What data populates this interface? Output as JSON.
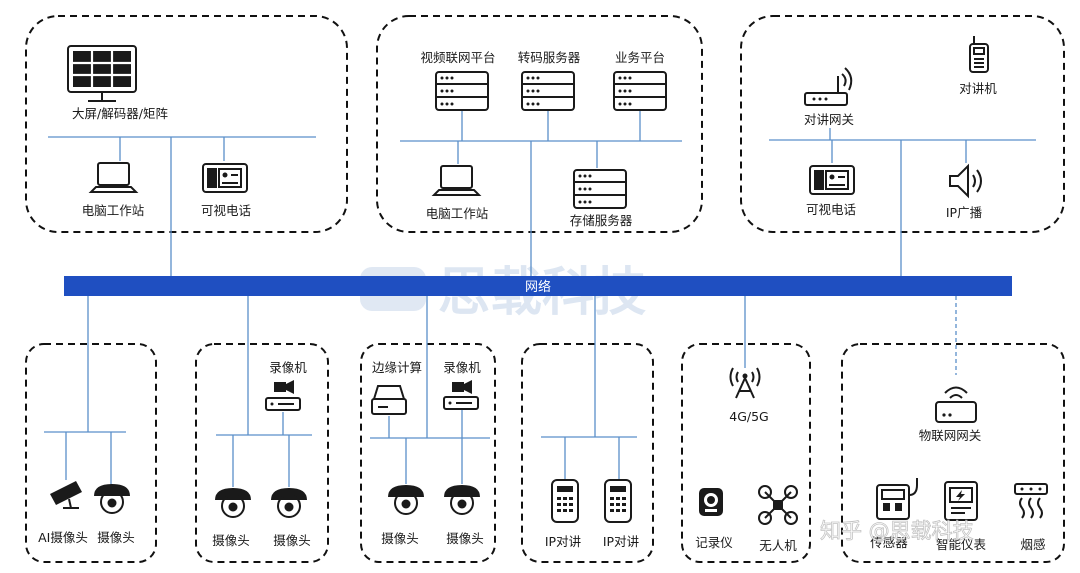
{
  "network": {
    "label": "网络",
    "color": "#1f4fc1"
  },
  "watermark": {
    "brand": "思载科技",
    "credit": "知乎 @思载科技"
  },
  "colors": {
    "wire": "#5b8fc9",
    "box_border": "#111111",
    "icon": "#1a1a1a"
  },
  "top_left": {
    "display": "大屏/解码器/矩阵",
    "workstation": "电脑工作站",
    "videophone": "可视电话"
  },
  "top_center": {
    "server1": "视频联网平台",
    "server2": "转码服务器",
    "server3": "业务平台",
    "workstation": "电脑工作站",
    "storage": "存储服务器"
  },
  "top_right": {
    "gateway": "对讲网关",
    "radio": "对讲机",
    "videophone": "可视电话",
    "broadcast": "IP广播"
  },
  "bottom": {
    "b1": {
      "cam1": "AI摄像头",
      "cam2": "摄像头"
    },
    "b2": {
      "recorder": "录像机",
      "cam1": "摄像头",
      "cam2": "摄像头"
    },
    "b3": {
      "edge": "边缘计算",
      "recorder": "录像机",
      "cam1": "摄像头",
      "cam2": "摄像头"
    },
    "b4": {
      "intercom1": "IP对讲",
      "intercom2": "IP对讲"
    },
    "b5": {
      "tower": "4G/5G",
      "recorder": "记录仪",
      "drone": "无人机"
    },
    "b6": {
      "gateway": "物联网网关",
      "sensor": "传感器",
      "meter": "智能仪表",
      "smoke": "烟感"
    }
  }
}
